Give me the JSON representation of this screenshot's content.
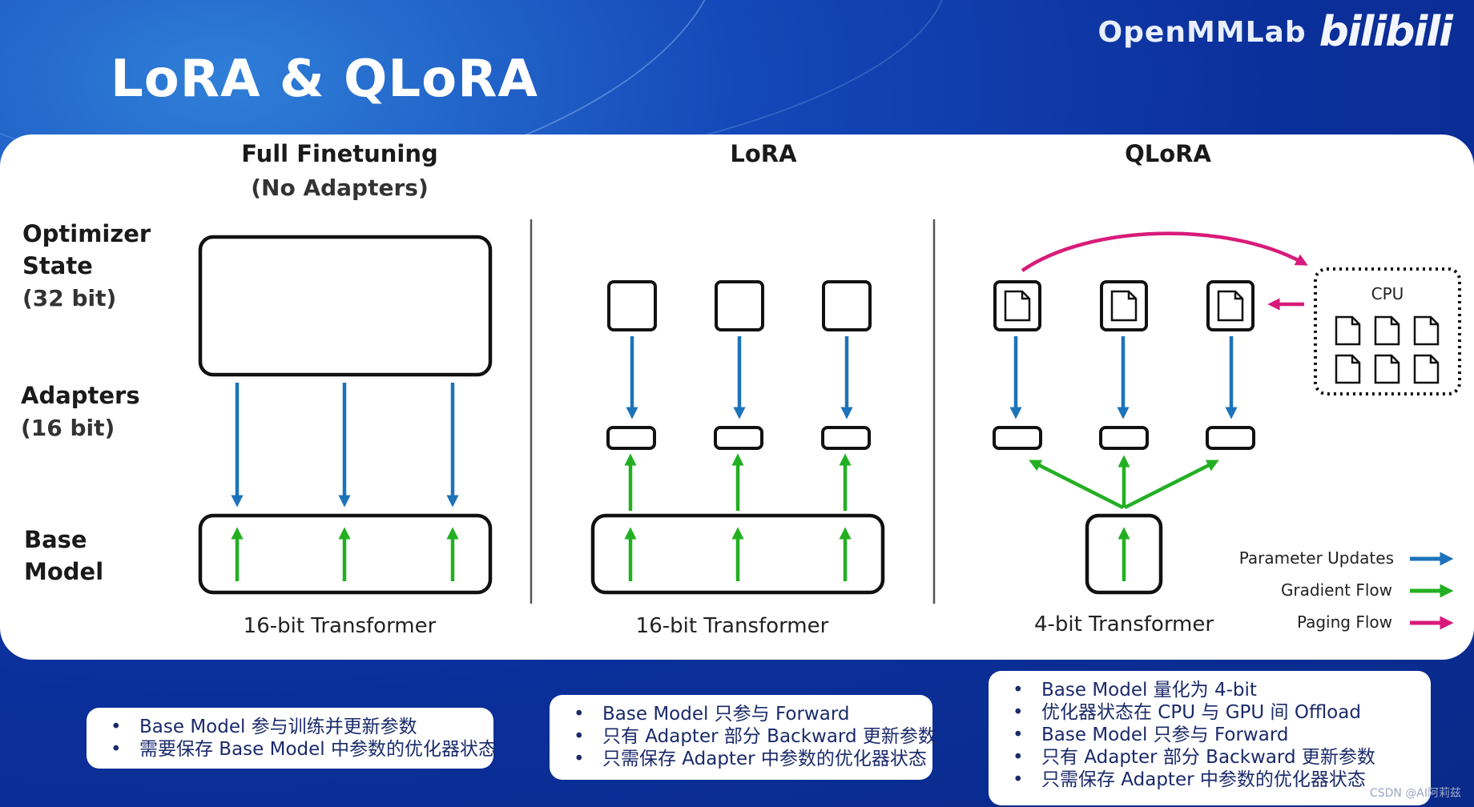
{
  "slide": {
    "title": "LoRA & QLoRA",
    "brand": {
      "openmmlab": "OpenMMLab",
      "bilibili": "bilibili"
    },
    "watermark": "CSDN @AI阿莉兹"
  },
  "diagram": {
    "columns": [
      {
        "title": "Full Finetuning",
        "subtitle": "(No Adapters)",
        "footer": "16-bit Transformer"
      },
      {
        "title": "LoRA",
        "subtitle": "",
        "footer": "16-bit Transformer"
      },
      {
        "title": "QLoRA",
        "subtitle": "",
        "footer": "4-bit Transformer"
      }
    ],
    "row_labels": {
      "optimizer": [
        "Optimizer",
        "State",
        "(32 bit)"
      ],
      "adapters": [
        "Adapters",
        "(16 bit)"
      ],
      "base": [
        "Base",
        "Model"
      ]
    },
    "cpu_label": "CPU",
    "legend": [
      {
        "label": "Parameter Updates",
        "color": "#1d73b9"
      },
      {
        "label": "Gradient Flow",
        "color": "#22b022"
      },
      {
        "label": "Paging Flow",
        "color": "#d81b7a"
      }
    ]
  },
  "notes": {
    "full": [
      "Base Model 参与训练并更新参数",
      "需要保存 Base Model 中参数的优化器状态"
    ],
    "lora": [
      "Base Model 只参与 Forward",
      "只有 Adapter 部分 Backward 更新参数",
      "只需保存 Adapter 中参数的优化器状态"
    ],
    "qlora": [
      "Base Model 量化为 4-bit",
      "优化器状态在 CPU 与 GPU 间 Offload",
      "Base Model 只参与 Forward",
      "只有 Adapter 部分 Backward 更新参数",
      "只需保存 Adapter 中参数的优化器状态"
    ]
  },
  "colors": {
    "blue": "#1d73b9",
    "green": "#22b022",
    "pink": "#d81b7a",
    "background": "#0b2f9a"
  }
}
